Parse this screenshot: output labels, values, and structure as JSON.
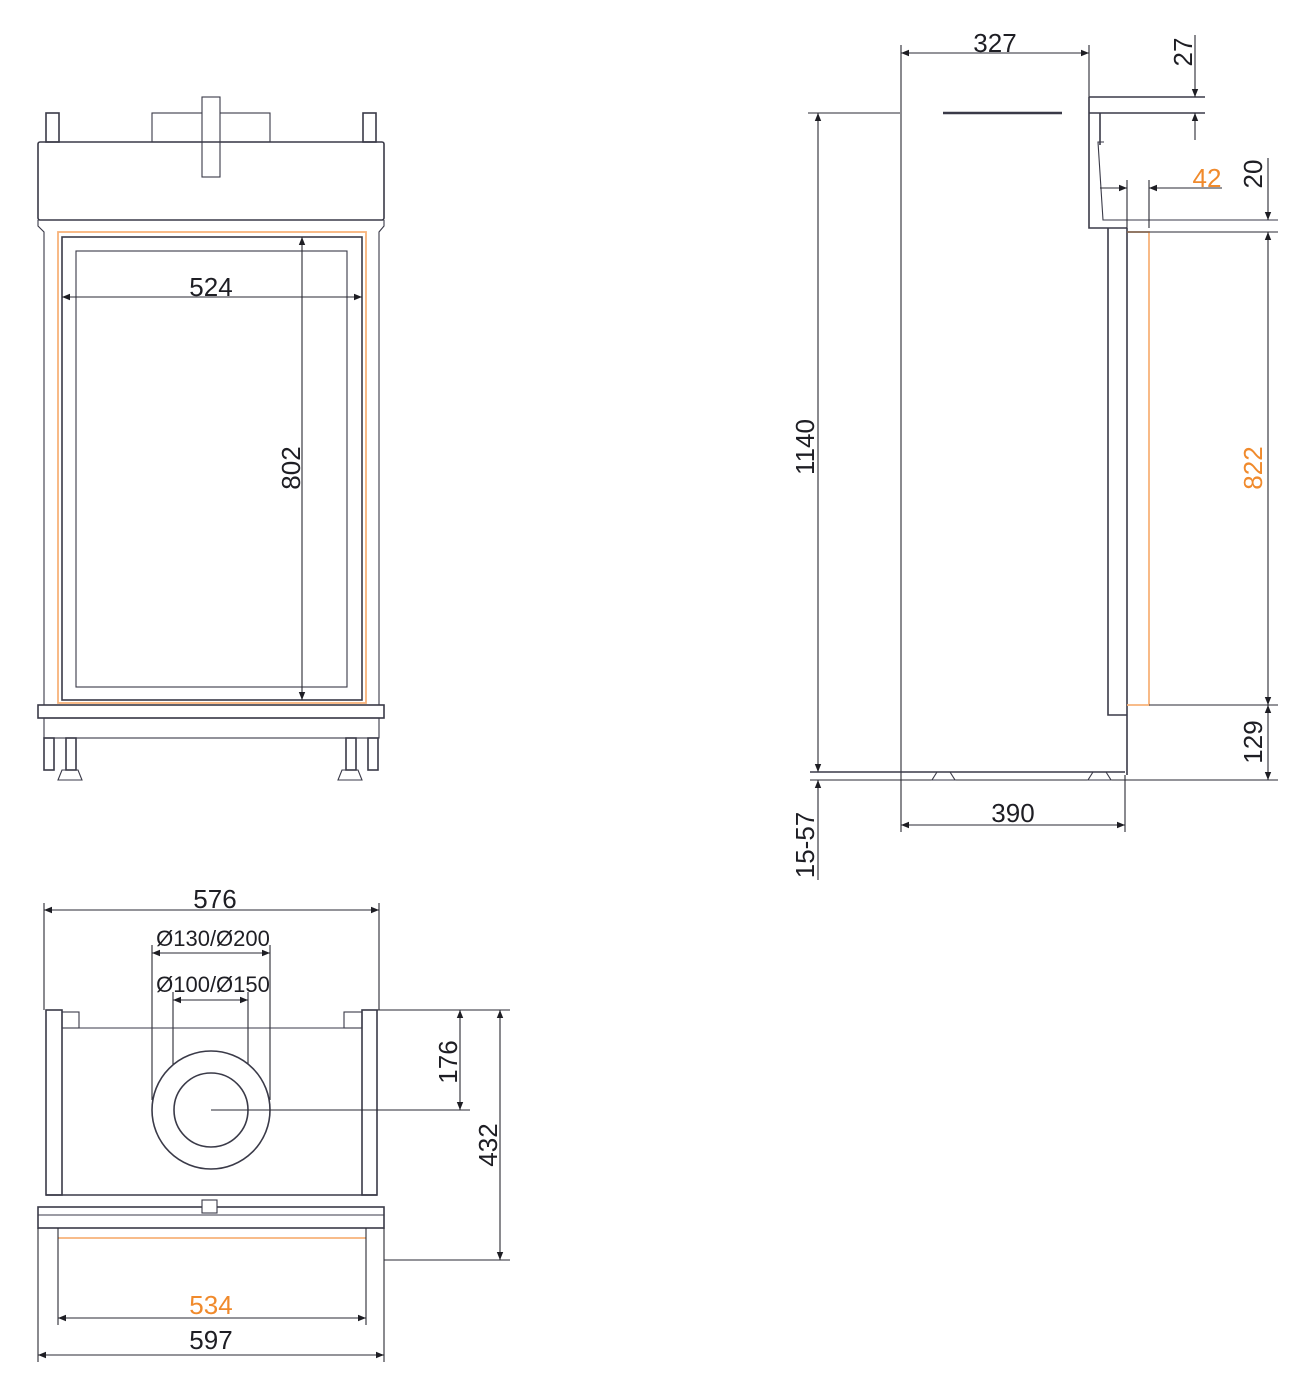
{
  "colors": {
    "line": "#3a3a48",
    "accent": "#f08a2c"
  },
  "front_view": {
    "width_inner": "524",
    "height_inner": "802"
  },
  "side_view": {
    "depth_top": "327",
    "top_plate": "27",
    "frame_offset": "42",
    "frame_step": "20",
    "total_height": "1140",
    "glass_height": "822",
    "base_height": "129",
    "depth_bottom": "390",
    "feet_adjust": "15-57"
  },
  "top_view": {
    "width_back": "576",
    "flue_outer": "Ø130/Ø200",
    "flue_inner": "Ø100/Ø150",
    "flue_offset": "176",
    "depth": "432",
    "glass_width": "534",
    "total_width": "597"
  }
}
